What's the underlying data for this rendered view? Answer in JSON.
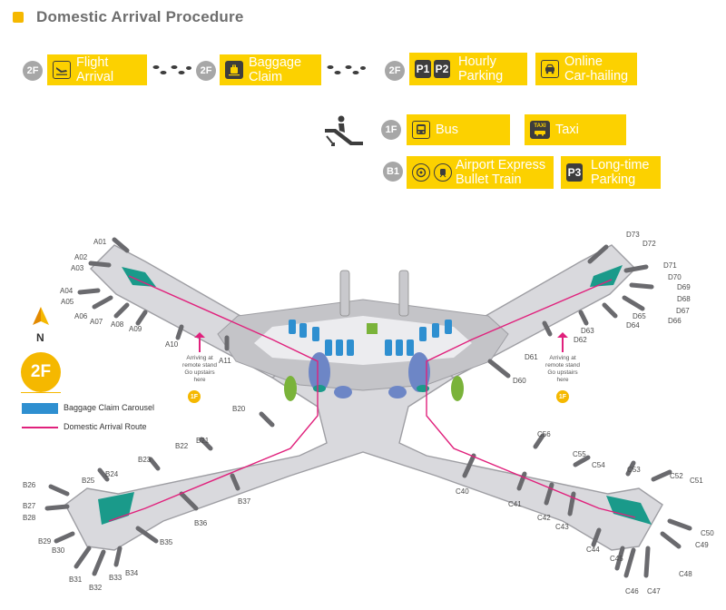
{
  "page": {
    "title": "Domestic Arrival Procedure",
    "accent_color": "#fcd100",
    "route_color": "#e0217c",
    "carousel_color": "#2e8fd0"
  },
  "procedure": {
    "floor_2f": "2F",
    "floor_1f": "1F",
    "floor_b1": "B1",
    "steps": [
      {
        "id": "flight-arrival",
        "label": "Flight\nArrival",
        "icon": "airplane-landing-icon"
      },
      {
        "id": "baggage-claim",
        "label": "Baggage\nClaim",
        "icon": "baggage-icon"
      },
      {
        "id": "hourly-parking",
        "label": "Hourly\nParking",
        "icon": "parking-icon",
        "badges": [
          "P1",
          "P2"
        ]
      },
      {
        "id": "online-car-hailing",
        "label": "Online\nCar-hailing",
        "icon": "car-hailing-icon"
      },
      {
        "id": "bus",
        "label": "Bus",
        "icon": "bus-icon"
      },
      {
        "id": "taxi",
        "label": "Taxi",
        "icon": "taxi-icon",
        "badge": "TAXI"
      },
      {
        "id": "airport-express",
        "label": "Airport Express\nBullet Train",
        "icon": "train-icon"
      },
      {
        "id": "long-time-parking",
        "label": "Long-time\nParking",
        "icon": "parking-icon",
        "badges": [
          "P3"
        ]
      }
    ],
    "transition_icons": [
      "footsteps-icon",
      "footsteps-icon",
      "escalator-down-icon"
    ]
  },
  "legend": {
    "north": "N",
    "floor": "2F",
    "carousel_label": "Baggage Claim Carousel",
    "route_label": "Domestic Arrival Route"
  },
  "remote_stand": {
    "text": "Arriving at\nremote stand\nGo upstairs\nhere",
    "floor": "1F"
  },
  "gates": {
    "A": [
      "A01",
      "A02",
      "A03",
      "A04",
      "A05",
      "A06",
      "A07",
      "A08",
      "A09",
      "A10",
      "A11"
    ],
    "B": [
      "B20",
      "B21",
      "B22",
      "B23",
      "B24",
      "B25",
      "B26",
      "B27",
      "B28",
      "B29",
      "B30",
      "B31",
      "B32",
      "B33",
      "B34",
      "B35",
      "B36",
      "B37"
    ],
    "C": [
      "C40",
      "C41",
      "C42",
      "C43",
      "C44",
      "C45",
      "C46",
      "C47",
      "C48",
      "C49",
      "C50",
      "C51",
      "C52",
      "C53",
      "C54",
      "C55",
      "C56"
    ],
    "D": [
      "D60",
      "D61",
      "D62",
      "D63",
      "D64",
      "D65",
      "D66",
      "D67",
      "D68",
      "D69",
      "D70",
      "D71",
      "D72",
      "D73"
    ]
  }
}
